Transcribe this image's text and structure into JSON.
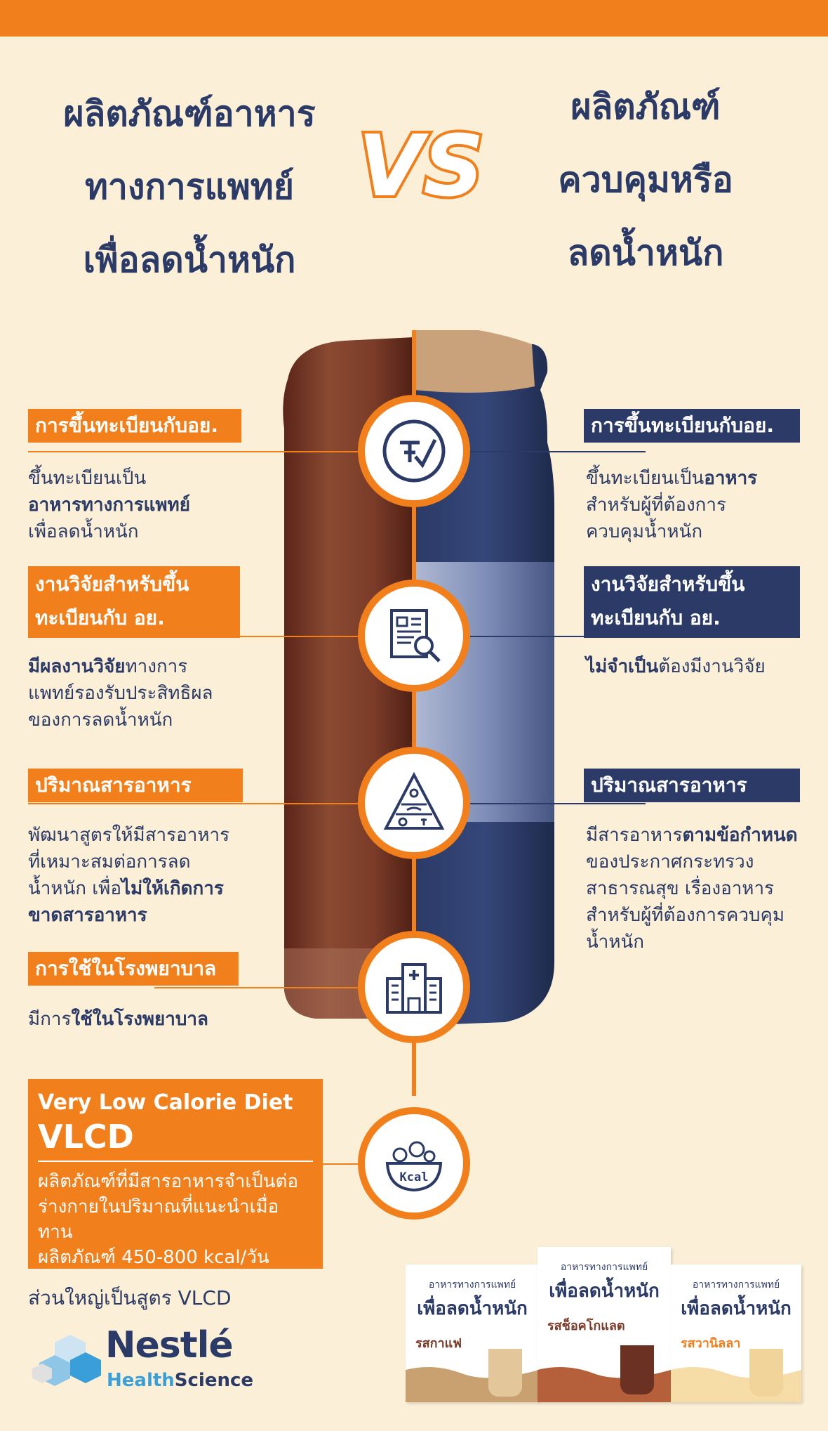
{
  "header": {
    "left_title": [
      "ผลิตภัณฑ์อาหาร",
      "ทางการแพทย์",
      "เพื่อลดน้ำหนัก"
    ],
    "vs_label": "VS",
    "right_title": [
      "ผลิตภัณฑ์",
      "ควบคุมหรือ",
      "ลดน้ำหนัก"
    ]
  },
  "colors": {
    "orange": "#f07f1c",
    "navy": "#2b3a66",
    "background": "#fbefd7",
    "brown": "#7a3b28"
  },
  "rows": [
    {
      "icon": "checkmark-registration-icon",
      "left_tag": "การขึ้นทะเบียนกับอย.",
      "left_desc": [
        [
          "ขึ้นทะเบียนเป็น",
          false
        ],
        [
          "อาหารทางการแพทย์",
          true
        ],
        [
          "เพื่อลดน้ำหนัก",
          false
        ]
      ],
      "right_tag": "การขึ้นทะเบียนกับอย.",
      "right_desc": [
        [
          "ขึ้นทะเบียนเป็น",
          false,
          "อาหาร"
        ],
        [
          "สำหรับผู้ที่ต้องการ",
          false
        ],
        [
          "ควบคุมน้ำหนัก",
          false
        ]
      ]
    },
    {
      "icon": "research-document-icon",
      "left_tag": [
        "งานวิจัยสำหรับขึ้น",
        "ทะเบียนกับ อย."
      ],
      "left_desc": [
        [
          "มีผลงานวิจัย",
          true,
          "ทางการ"
        ],
        [
          "แพทย์รองรับประสิทธิผล",
          false
        ],
        [
          "ของการลดน้ำหนัก",
          false
        ]
      ],
      "right_tag": [
        "งานวิจัยสำหรับขึ้น",
        "ทะเบียนกับ อย."
      ],
      "right_desc": [
        [
          "ไม่จำเป็น",
          true,
          "ต้องมีงานวิจัย"
        ]
      ]
    },
    {
      "icon": "food-pyramid-icon",
      "left_tag": "ปริมาณสารอาหาร",
      "left_desc": [
        [
          "พัฒนาสูตรให้มีสารอาหาร",
          false
        ],
        [
          "ที่เหมาะสมต่อการลด",
          false
        ],
        [
          "น้ำหนัก เพื่อ",
          false,
          "ไม่ให้เกิดการ"
        ],
        [
          "ขาดสารอาหาร",
          true
        ]
      ],
      "right_tag": "ปริมาณสารอาหาร",
      "right_desc": [
        [
          "มีสารอาหาร",
          false,
          "ตามข้อกำหนด"
        ],
        [
          "ของประกาศกระทรวง",
          false
        ],
        [
          "สาธารณสุข เรื่องอาหาร",
          false
        ],
        [
          "สำหรับผู้ที่ต้องการควบคุม",
          false
        ],
        [
          "น้ำหนัก",
          false
        ]
      ]
    },
    {
      "icon": "hospital-icon",
      "left_tag": "การใช้ในโรงพยาบาล",
      "left_desc": [
        [
          "มีการ",
          false,
          "ใช้ในโรงพยาบาล"
        ]
      ]
    },
    {
      "icon": "kcal-bowl-icon",
      "kcal_text": "Kcal"
    }
  ],
  "vlcd": {
    "subtitle": "Very Low Calorie Diet",
    "title": "VLCD",
    "description": [
      "ผลิตภัณฑ์ที่มีสารอาหารจำเป็นต่อ",
      "ร่างกายในปริมาณที่แนะนำเมื่อทาน",
      "ผลิตภัณฑ์ 450-800 kcal/วัน"
    ]
  },
  "majority_note": "ส่วนใหญ่เป็นสูตร VLCD",
  "brand": {
    "name": "Nestlé",
    "sub_a": "Health",
    "sub_b": "Science"
  },
  "products": [
    {
      "top": "อาหารทางการแพทย์",
      "name": "เพื่อลดน้ำหนัก",
      "flavor": "รสกาแฟ",
      "flavor_color": "#7a3b28",
      "bottle": "#e3c79a",
      "wave": "#c9a070"
    },
    {
      "top": "อาหารทางการแพทย์",
      "name": "เพื่อลดน้ำหนัก",
      "flavor": "รสช็อคโกแลต",
      "flavor_color": "#7a3b28",
      "bottle": "#6b3122",
      "wave": "#b5603a"
    },
    {
      "top": "อาหารทางการแพทย์",
      "name": "เพื่อลดน้ำหนัก",
      "flavor": "รสวานิลลา",
      "flavor_color": "#f07f1c",
      "bottle": "#f0d49a",
      "wave": "#f6dca7"
    }
  ]
}
